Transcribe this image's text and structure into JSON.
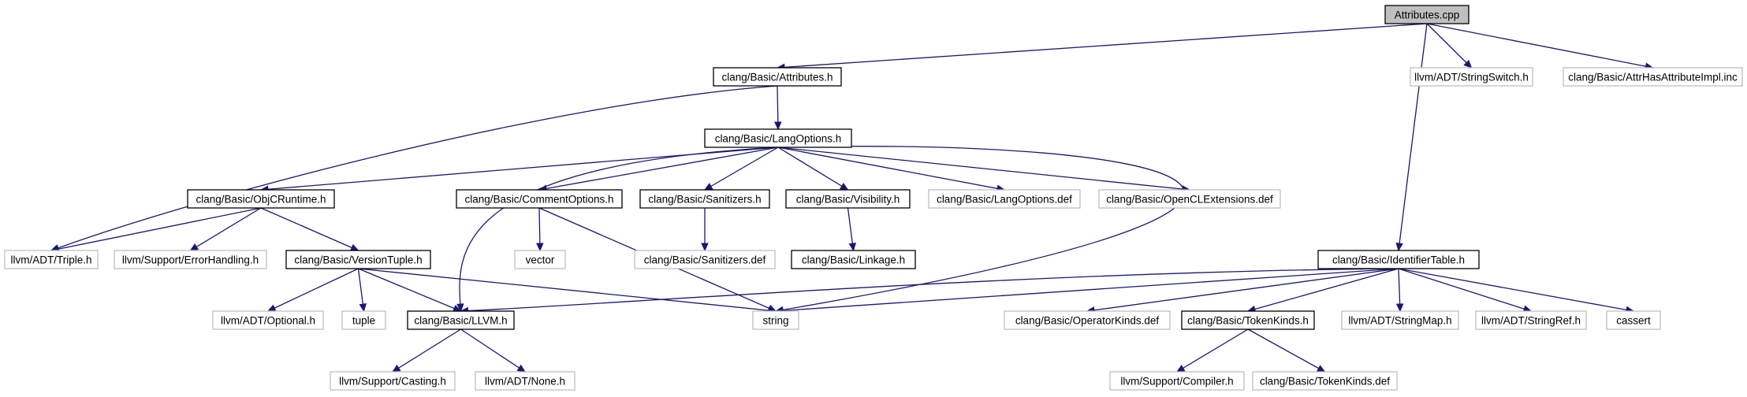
{
  "graph": {
    "title": "Attributes.cpp",
    "colors": {
      "edge": "#191970",
      "root_fill": "#bfbfbf",
      "documented_border": "#000000",
      "external_border": "#bfbfbf"
    },
    "nodes": [
      {
        "id": "root",
        "label": "Attributes.cpp",
        "kind": "root"
      },
      {
        "id": "attributes_h",
        "label": "clang/Basic/Attributes.h",
        "kind": "documented"
      },
      {
        "id": "stringswitch_h",
        "label": "llvm/ADT/StringSwitch.h",
        "kind": "external"
      },
      {
        "id": "attrhas_inc",
        "label": "clang/Basic/AttrHasAttributeImpl.inc",
        "kind": "external"
      },
      {
        "id": "langoptions_h",
        "label": "clang/Basic/LangOptions.h",
        "kind": "documented"
      },
      {
        "id": "triple_h",
        "label": "llvm/ADT/Triple.h",
        "kind": "external"
      },
      {
        "id": "objcruntime_h",
        "label": "clang/Basic/ObjCRuntime.h",
        "kind": "documented"
      },
      {
        "id": "llvm_h",
        "label": "clang/Basic/LLVM.h",
        "kind": "documented"
      },
      {
        "id": "commentoptions_h",
        "label": "clang/Basic/CommentOptions.h",
        "kind": "documented"
      },
      {
        "id": "sanitizers_h",
        "label": "clang/Basic/Sanitizers.h",
        "kind": "documented"
      },
      {
        "id": "visibility_h",
        "label": "clang/Basic/Visibility.h",
        "kind": "documented"
      },
      {
        "id": "langoptions_def",
        "label": "clang/Basic/LangOptions.def",
        "kind": "external"
      },
      {
        "id": "openclext_def",
        "label": "clang/Basic/OpenCLExtensions.def",
        "kind": "external"
      },
      {
        "id": "string",
        "label": "string",
        "kind": "external"
      },
      {
        "id": "errorhandling_h",
        "label": "llvm/Support/ErrorHandling.h",
        "kind": "external"
      },
      {
        "id": "versiontuple_h",
        "label": "clang/Basic/VersionTuple.h",
        "kind": "documented"
      },
      {
        "id": "optional_h",
        "label": "llvm/ADT/Optional.h",
        "kind": "external"
      },
      {
        "id": "tuple",
        "label": "tuple",
        "kind": "external"
      },
      {
        "id": "casting_h",
        "label": "llvm/Support/Casting.h",
        "kind": "external"
      },
      {
        "id": "none_h",
        "label": "llvm/ADT/None.h",
        "kind": "external"
      },
      {
        "id": "vector",
        "label": "vector",
        "kind": "external"
      },
      {
        "id": "sanitizers_def",
        "label": "clang/Basic/Sanitizers.def",
        "kind": "external"
      },
      {
        "id": "linkage_h",
        "label": "clang/Basic/Linkage.h",
        "kind": "documented"
      },
      {
        "id": "identifiertable_h",
        "label": "clang/Basic/IdentifierTable.h",
        "kind": "documented"
      },
      {
        "id": "operatorkinds_def",
        "label": "clang/Basic/OperatorKinds.def",
        "kind": "external"
      },
      {
        "id": "tokenkinds_h",
        "label": "clang/Basic/TokenKinds.h",
        "kind": "documented"
      },
      {
        "id": "stringmap_h",
        "label": "llvm/ADT/StringMap.h",
        "kind": "external"
      },
      {
        "id": "stringref_h",
        "label": "llvm/ADT/StringRef.h",
        "kind": "external"
      },
      {
        "id": "cassert",
        "label": "cassert",
        "kind": "external"
      },
      {
        "id": "compiler_h",
        "label": "llvm/Support/Compiler.h",
        "kind": "external"
      },
      {
        "id": "tokenkinds_def",
        "label": "clang/Basic/TokenKinds.def",
        "kind": "external"
      }
    ],
    "edges": [
      [
        "root",
        "attributes_h"
      ],
      [
        "root",
        "stringswitch_h"
      ],
      [
        "root",
        "attrhas_inc"
      ],
      [
        "root",
        "identifiertable_h"
      ],
      [
        "attributes_h",
        "langoptions_h"
      ],
      [
        "attributes_h",
        "triple_h"
      ],
      [
        "langoptions_h",
        "objcruntime_h"
      ],
      [
        "langoptions_h",
        "llvm_h"
      ],
      [
        "langoptions_h",
        "commentoptions_h"
      ],
      [
        "langoptions_h",
        "sanitizers_h"
      ],
      [
        "langoptions_h",
        "visibility_h"
      ],
      [
        "langoptions_h",
        "langoptions_def"
      ],
      [
        "langoptions_h",
        "openclext_def"
      ],
      [
        "langoptions_h",
        "string"
      ],
      [
        "objcruntime_h",
        "triple_h"
      ],
      [
        "objcruntime_h",
        "errorhandling_h"
      ],
      [
        "objcruntime_h",
        "versiontuple_h"
      ],
      [
        "versiontuple_h",
        "optional_h"
      ],
      [
        "versiontuple_h",
        "tuple"
      ],
      [
        "versiontuple_h",
        "llvm_h"
      ],
      [
        "versiontuple_h",
        "string"
      ],
      [
        "llvm_h",
        "casting_h"
      ],
      [
        "llvm_h",
        "none_h"
      ],
      [
        "commentoptions_h",
        "vector"
      ],
      [
        "commentoptions_h",
        "string"
      ],
      [
        "sanitizers_h",
        "sanitizers_def"
      ],
      [
        "visibility_h",
        "linkage_h"
      ],
      [
        "identifiertable_h",
        "llvm_h"
      ],
      [
        "identifiertable_h",
        "string"
      ],
      [
        "identifiertable_h",
        "operatorkinds_def"
      ],
      [
        "identifiertable_h",
        "tokenkinds_h"
      ],
      [
        "identifiertable_h",
        "stringmap_h"
      ],
      [
        "identifiertable_h",
        "stringref_h"
      ],
      [
        "identifiertable_h",
        "cassert"
      ],
      [
        "tokenkinds_h",
        "compiler_h"
      ],
      [
        "tokenkinds_h",
        "tokenkinds_def"
      ]
    ]
  }
}
